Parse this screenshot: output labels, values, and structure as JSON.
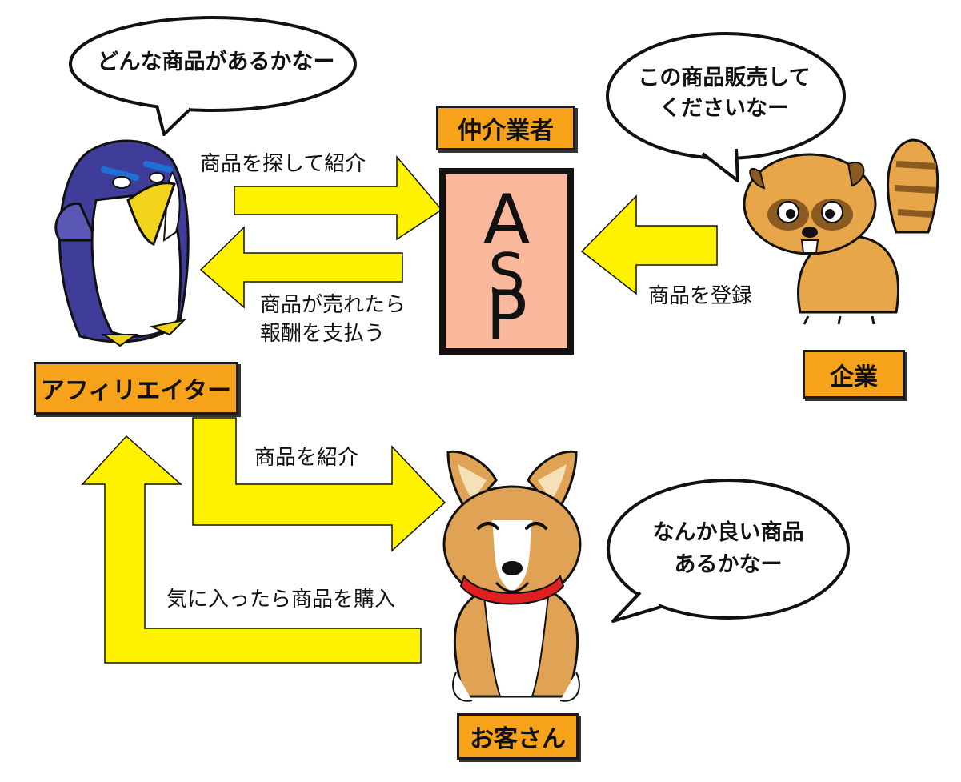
{
  "colors": {
    "arrow": "#fff200",
    "label_bg": "#f7a21b",
    "asp_box": "#f9b89c",
    "penguin": "#3f3c9a",
    "tanuki": "#e8a64b",
    "dog": "#e0a356"
  },
  "labels": {
    "broker": "仲介業者",
    "company": "企業",
    "affiliate": "アフィリエイター",
    "customer": "お客さん"
  },
  "asp": {
    "letters": [
      "A",
      "S",
      "P"
    ]
  },
  "bubbles": {
    "affiliate": "どんな商品があるかなー",
    "company_line1": "この商品販売して",
    "company_line2": "くださいなー",
    "customer_line1": "なんか良い商品",
    "customer_line2": "あるかなー"
  },
  "arrows": {
    "find_introduce": "商品を探して紹介",
    "reward_line1": "商品が売れたら",
    "reward_line2": "報酬を支払う",
    "register": "商品を登録",
    "introduce": "商品を紹介",
    "purchase": "気に入ったら商品を購入"
  },
  "characters": {
    "affiliate": "penguin-icon",
    "company": "tanuki-icon",
    "customer": "dog-icon"
  }
}
